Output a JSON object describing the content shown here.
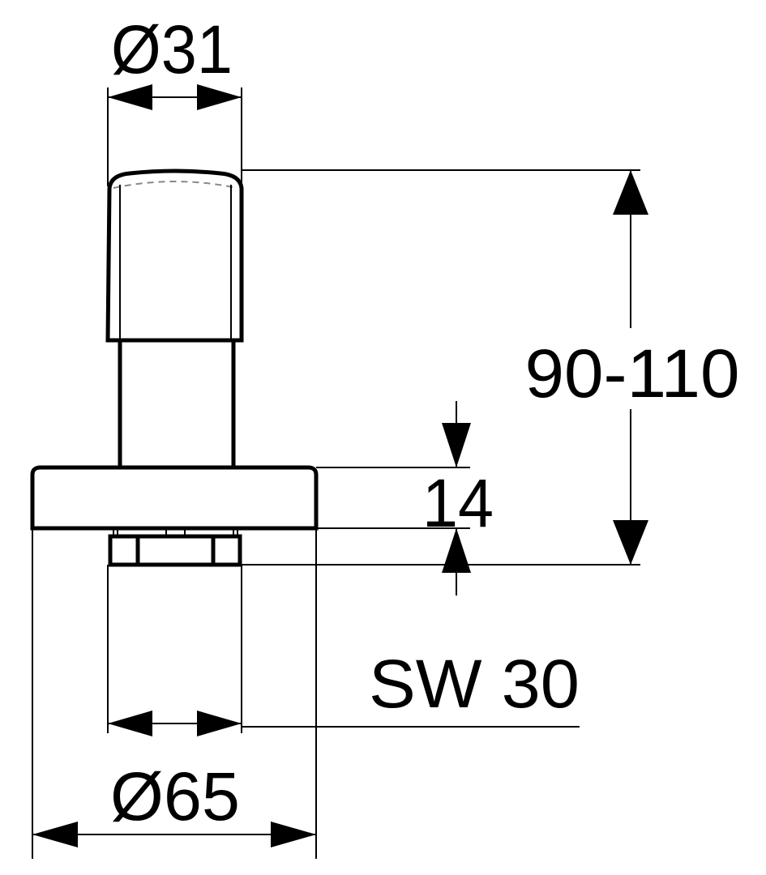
{
  "drawing": {
    "dimensions": {
      "top_diameter": "Ø31",
      "height_range": "90-110",
      "flange_height": "14",
      "wrench_size": "SW 30",
      "base_diameter": "Ø65"
    },
    "colors": {
      "line": "#000000",
      "hidden_line": "#888888",
      "background": "#ffffff"
    }
  }
}
